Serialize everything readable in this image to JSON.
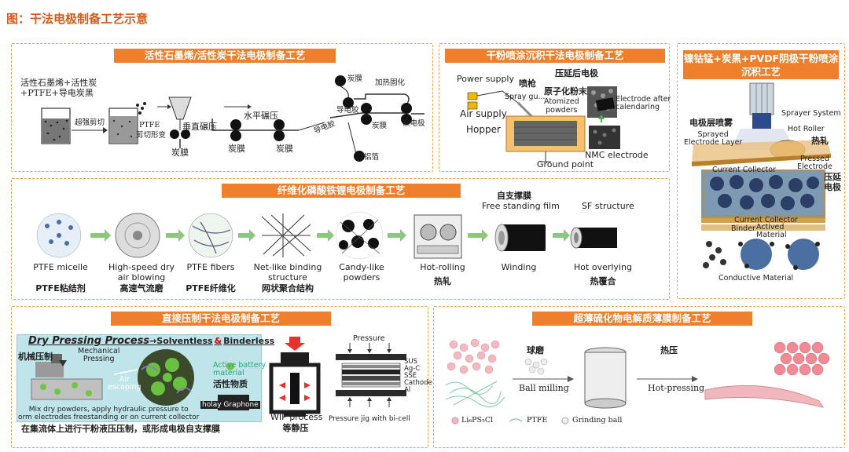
{
  "figure_title": "图：干法电极制备工艺示意",
  "panel1": {
    "header": "活性石墨烯/活性炭干法电极制备工艺",
    "materials_line1": "活性石墨烯+活性炭",
    "materials_line2": "+PTFE+导电炭黑",
    "high_shear": "超强剪切",
    "ptfe": "PTFE",
    "shear_deform": "剪切形变",
    "vertical_roll": "垂直碾压",
    "horizontal_roll": "水平碾压",
    "carbon_film_1": "炭膜",
    "carbon_film_2": "炭膜",
    "carbon_film_3": "炭膜",
    "carbon_film_4": "炭膜",
    "heat_cure": "加热固化",
    "conductive_glue_1": "导电胶",
    "conductive_glue_2": "导电胶",
    "carbon_electrode": "碳电极",
    "aluminum_foil": "铝箔"
  },
  "panel2": {
    "header": "干粉喷涂沉积干法电极制备工艺",
    "power_supply": "Power supply",
    "spray_gun_cn": "喷枪",
    "spray_gun": "Spray gu...",
    "rolled_electrode": "压延后电极",
    "atomized_cn": "原子化粉末",
    "atomized": "Atomized\npowders",
    "electrode_after": "Electrode after\ncalendaring",
    "air_supply": "Air supply",
    "hopper": "Hopper",
    "nmc_electrode": "NMC electrode",
    "ground_point": "Ground point"
  },
  "panel3": {
    "header": "镍钴锰+炭黑+PVDF阴极干粉喷涂沉积工艺",
    "sprayer_system": "Sprayer System",
    "electrode_spray_cn": "电极层喷雾",
    "sprayed_layer": "Sprayed\nElectrode Layer",
    "hot_roller": "Hot Roller",
    "hot_roll_cn": "热轧",
    "pressed_electrode": "Pressed\nElectrode",
    "current_collector_1": "Current Collector",
    "calender_cn": "压延\n电极",
    "current_collector_2": "Current Collector",
    "binder": "Binder",
    "active_material": "Actived\nMaterial",
    "conductive_material": "Conductive Material"
  },
  "panel4": {
    "header": "纤维化磷酸铁锂电极制备工艺",
    "free_film_cn": "自支撑膜",
    "free_film": "Free standing film",
    "sf_structure": "SF structure",
    "steps": [
      {
        "en": "PTFE micelle",
        "cn": "PTFE粘结剂"
      },
      {
        "en": "High-speed dry\nair blowing",
        "cn": "高速气流磨"
      },
      {
        "en": "PTFE fibers",
        "cn": "PTFE纤维化"
      },
      {
        "en": "Net-like binding\nstructure",
        "cn": "网状聚合结构"
      },
      {
        "en": "Candy-like\npowders",
        "cn": ""
      },
      {
        "en": "Hot-rolling",
        "cn": "热轧"
      },
      {
        "en": "Winding",
        "cn": ""
      },
      {
        "en": "Hot overlying",
        "cn": "热覆合"
      }
    ]
  },
  "panel5": {
    "header": "直接压制干法电极制备工艺",
    "process_title": "Dry Pressing Process",
    "arrow": "→",
    "solventless": "Solventless",
    "amp": "&",
    "binderless": "Binderless",
    "mechanical_cn": "机械压制",
    "mechanical": "Mechanical\nPressing",
    "air_escaping": "Air\nescaping",
    "active_battery": "Active battery\nmaterial",
    "active_cn": "活性物质",
    "holey_graphene": "holay Graphone",
    "mix_text": "Mix dry powders, apply hydraulic pressure to\norm electrodes freestanding or on current collector",
    "caption_cn": "在集流体上进行干粉液压压制，或形成电极自支撑膜",
    "wip_process": "WIP process",
    "isostatic_cn": "等静压",
    "pressure": "Pressure",
    "layers": [
      "SUS",
      "Ag-C",
      "SSE",
      "Cathode",
      "Al"
    ],
    "pressure_jig": "Pressure jig with bi-cell"
  },
  "panel6": {
    "header": "超薄硫化物电解质薄膜制备工艺",
    "ball_mill_cn": "球磨",
    "hot_press_cn": "热压",
    "ball_milling": "Ball milling",
    "hot_pressing": "Hot-pressing",
    "legend_lps": "Li₆PS₅Cl",
    "legend_ptfe": "PTFE",
    "legend_ball": "Grinding ball"
  },
  "colors": {
    "accent": "#f07f2c",
    "title": "#d65a1a",
    "dash": "#f0a050",
    "arrow_green": "#8bc87a"
  }
}
